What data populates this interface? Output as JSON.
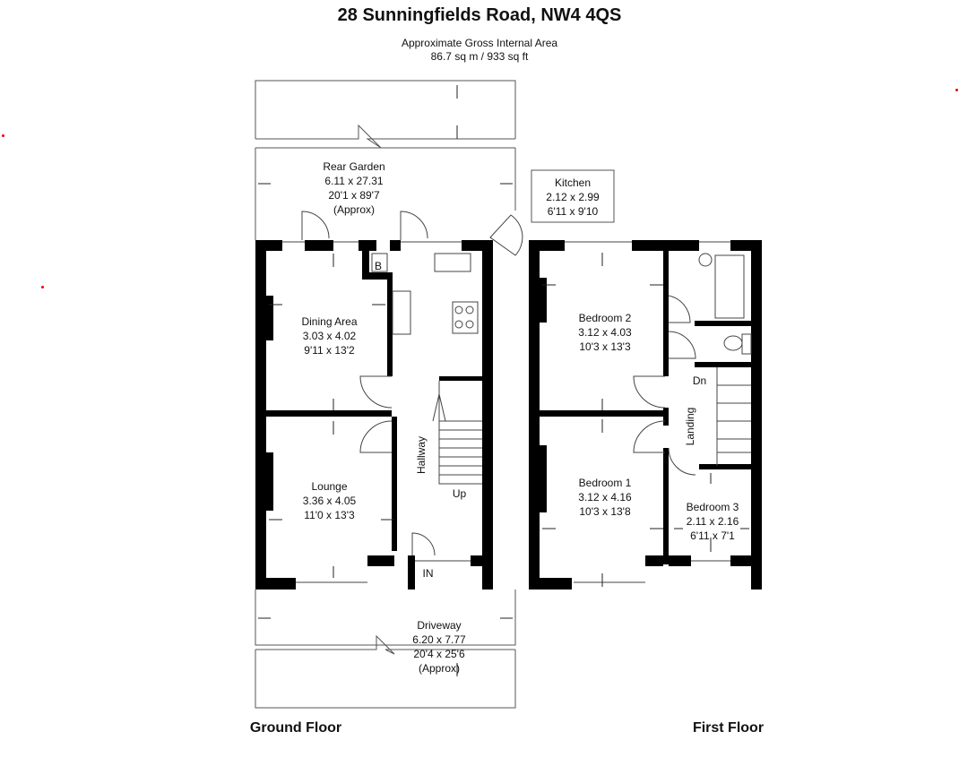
{
  "title": "28 Sunningfields Road, NW4 4QS",
  "area_label": "Approximate Gross Internal Area",
  "area_value": "86.7 sq m / 933 sq ft",
  "rooms": {
    "rear_garden": {
      "name": "Rear Garden",
      "metric": "6.11 x 27.31",
      "imperial": "20'1 x 89'7",
      "note": "(Approx)"
    },
    "kitchen": {
      "name": "Kitchen",
      "metric": "2.12 x 2.99",
      "imperial": "6'11 x 9'10"
    },
    "dining": {
      "name": "Dining Area",
      "metric": "3.03 x 4.02",
      "imperial": "9'11 x 13'2"
    },
    "lounge": {
      "name": "Lounge",
      "metric": "3.36 x 4.05",
      "imperial": "11'0 x 13'3"
    },
    "hallway": {
      "name": "Hallway"
    },
    "driveway": {
      "name": "Driveway",
      "metric": "6.20 x 7.77",
      "imperial": "20'4 x 25'6",
      "note": "(Approx)"
    },
    "bedroom2": {
      "name": "Bedroom 2",
      "metric": "3.12 x 4.03",
      "imperial": "10'3 x 13'3"
    },
    "bedroom1": {
      "name": "Bedroom 1",
      "metric": "3.12 x 4.16",
      "imperial": "10'3 x 13'8"
    },
    "bedroom3": {
      "name": "Bedroom 3",
      "metric": "2.11 x 2.16",
      "imperial": "6'11 x 7'1"
    },
    "landing": {
      "name": "Landing"
    }
  },
  "labels": {
    "boiler": "B",
    "up": "Up",
    "down": "Dn",
    "entrance": "IN"
  },
  "floors": {
    "ground": "Ground Floor",
    "first": "First Floor"
  }
}
